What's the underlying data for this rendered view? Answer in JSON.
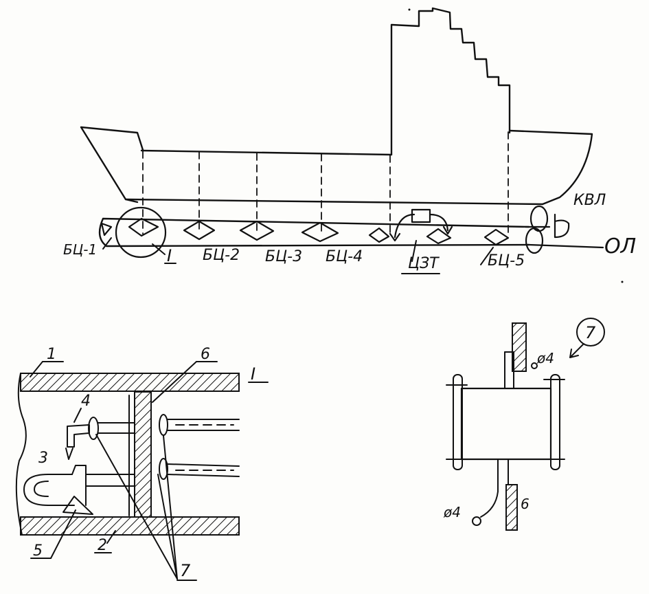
{
  "ship_profile": {
    "waterline_label": "КВЛ",
    "baseline_label": "ОЛ",
    "tank_labels": [
      "БЦ-1",
      "БЦ-2",
      "БЦ-3",
      "БЦ-4",
      "БЦ-5"
    ],
    "node_label": "I",
    "ballast_center_label": "ЦЗТ"
  },
  "detail_section": {
    "title": "I",
    "callouts": [
      "1",
      "2",
      "3",
      "4",
      "5",
      "6",
      "7"
    ]
  },
  "valve_detail": {
    "callout": "7",
    "side_labels": [
      "ø4",
      "ø4",
      "6"
    ]
  },
  "colors": {
    "ink": "#111111",
    "paper": "#fdfdfb"
  }
}
